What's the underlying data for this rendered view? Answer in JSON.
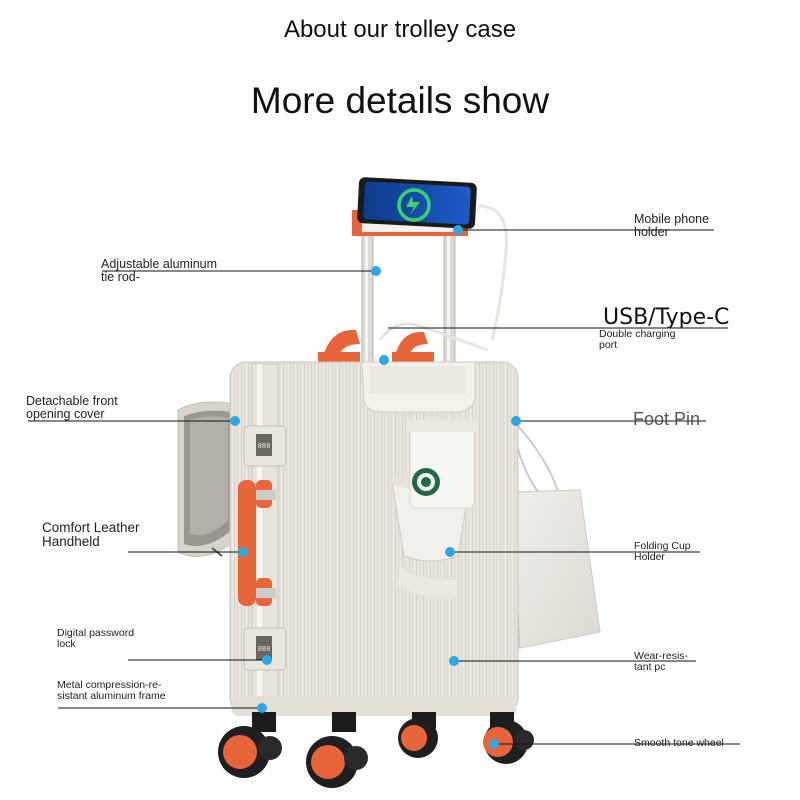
{
  "header": {
    "subtitle": "About our trolley case",
    "title": "More details show"
  },
  "callouts": {
    "mobile_holder": "Mobile phone\nholder",
    "tie_rod": "Adjustable aluminum\ntie rod-",
    "usb_title": "USB/Type-C",
    "usb_sub": "Double charging\nport",
    "front_cover": "Detachable front\nopening cover",
    "foot_pin": "Foot Pin",
    "handheld": "Comfort Leather\nHandheld",
    "cup_holder": "Folding Cup\nHolder",
    "password_lock": "Digital password\nlock",
    "pc_shell": "Wear-resis-\ntant pc",
    "frame": "Metal compression-re-\nsistant aluminum frame",
    "wheel": "Smooth tone wheel"
  },
  "colors": {
    "dot": "#2aa8e6",
    "accent": "#e8643a",
    "shell": "#efece6",
    "line": "#111111"
  },
  "cup_brand_icon": "coffee-logo-icon",
  "phone_icon": "charging-icon"
}
